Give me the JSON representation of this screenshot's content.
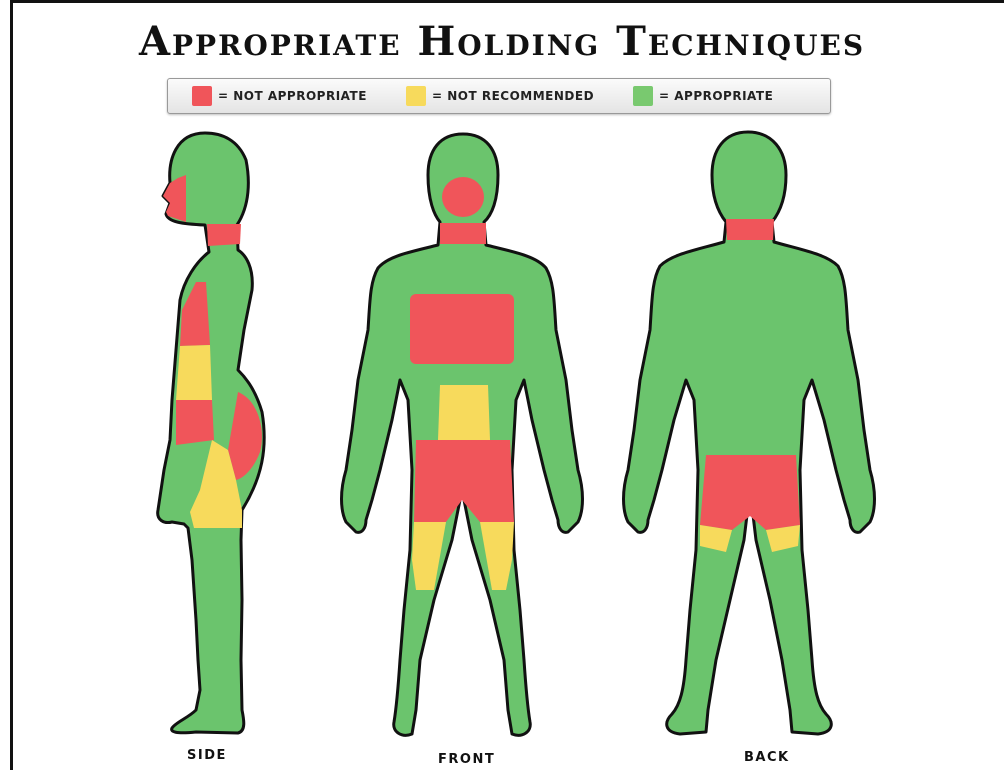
{
  "title": "Appropriate Holding Techniques",
  "legend": [
    {
      "label": "= NOT APPROPRIATE",
      "color": "#f0555a"
    },
    {
      "label": "= NOT RECOMMENDED",
      "color": "#f7da5c"
    },
    {
      "label": "= APPROPRIATE",
      "color": "#79c96f"
    }
  ],
  "views": {
    "side": "SIDE",
    "front": "FRONT",
    "back": "BACK"
  },
  "colors": {
    "body": "#6bc46d",
    "outline": "#111111",
    "not_appropriate": "#f0555a",
    "not_recommended": "#f7da5c"
  }
}
